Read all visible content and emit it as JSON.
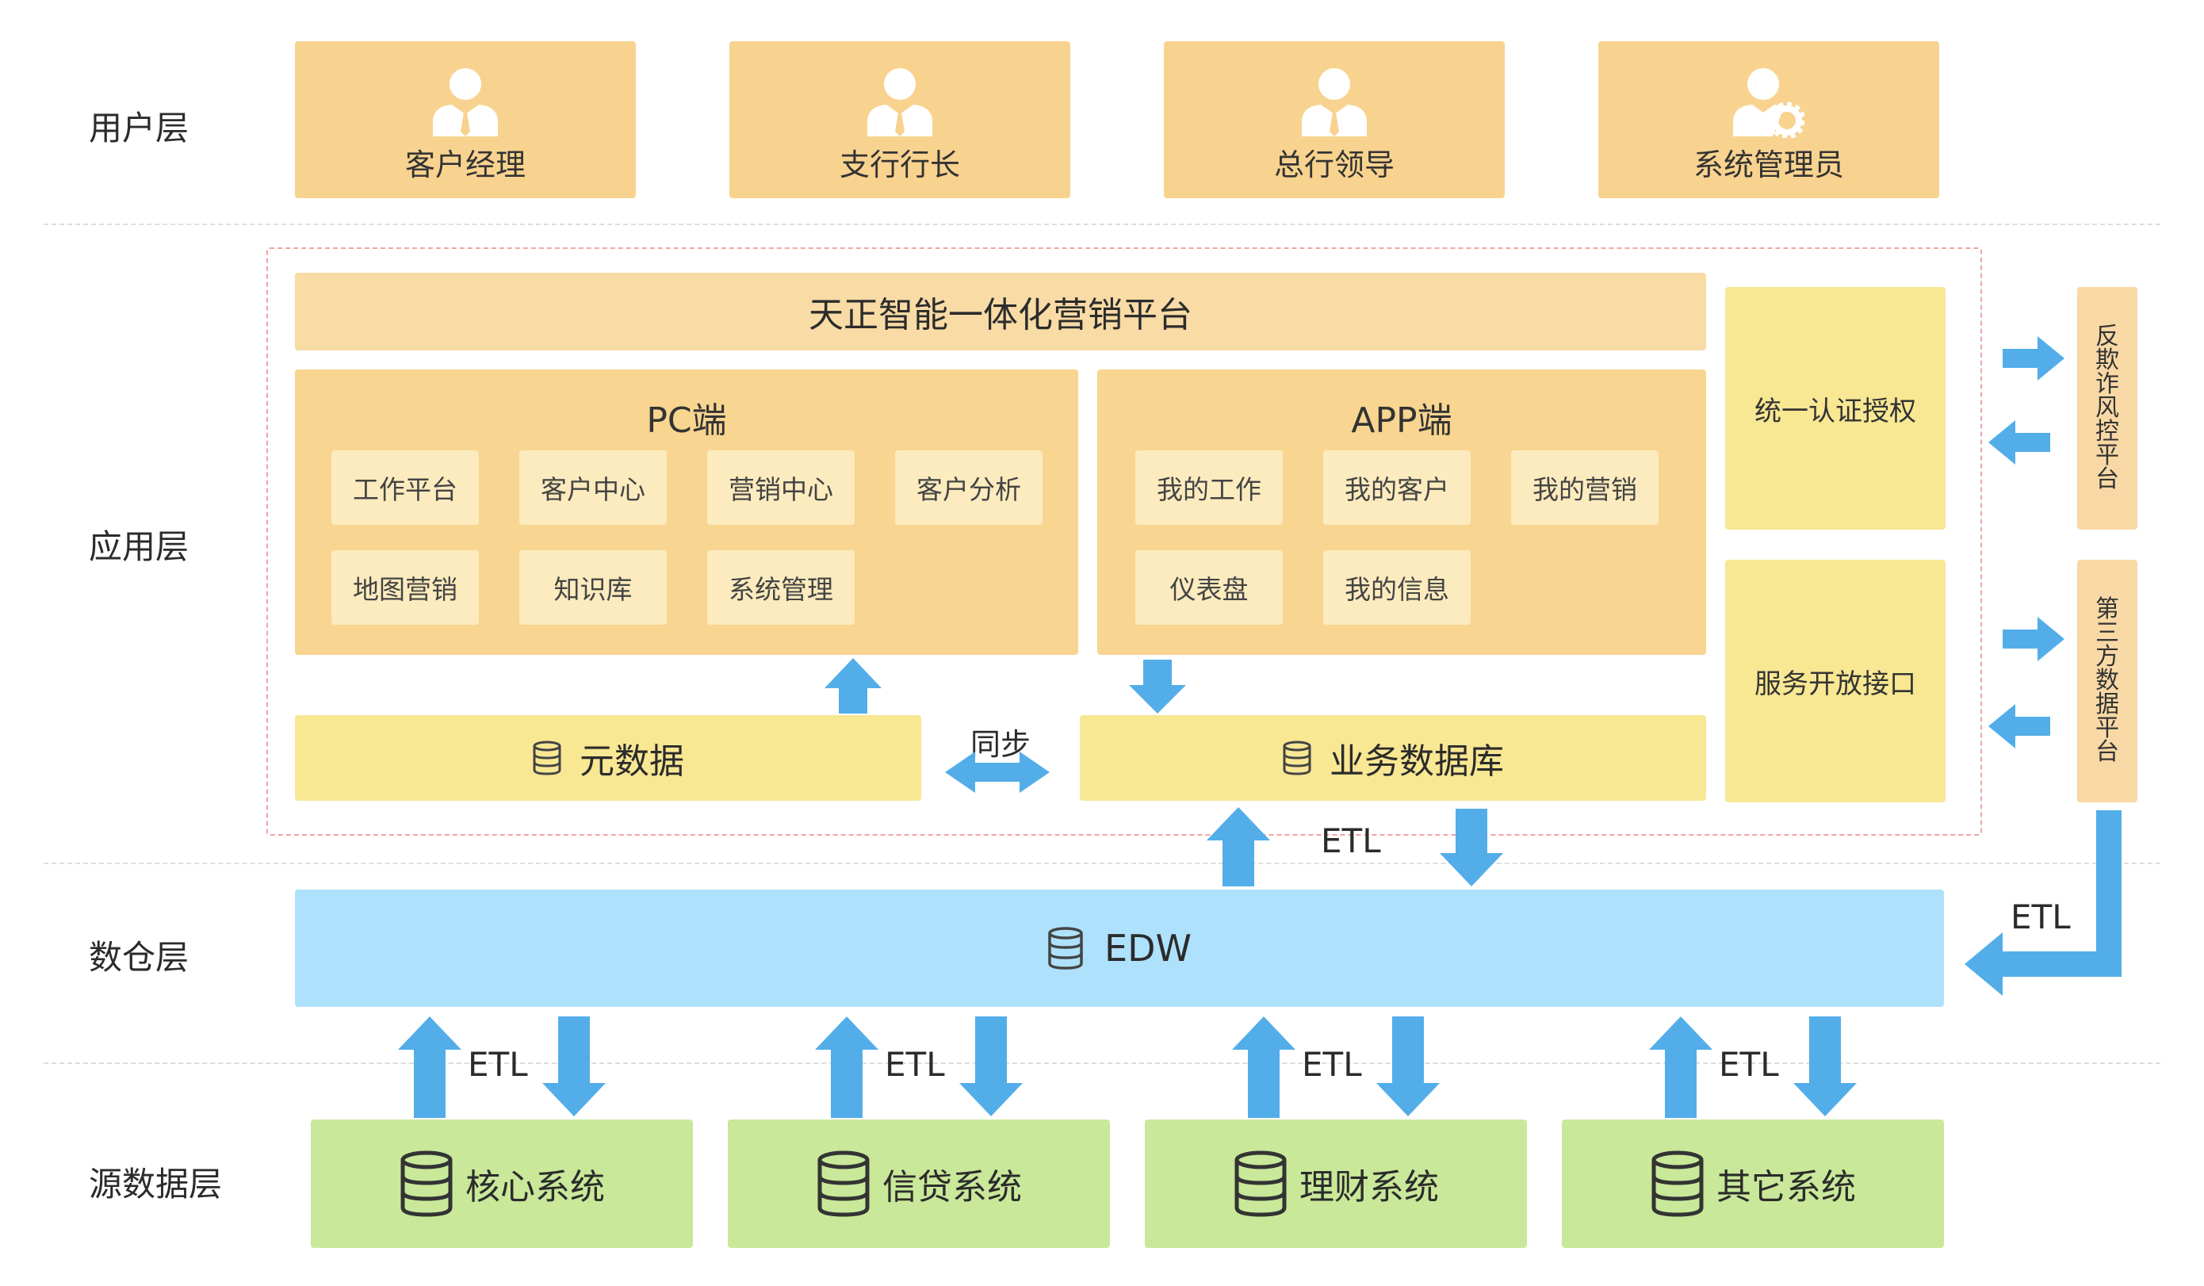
{
  "layers": {
    "user": "用户层",
    "app": "应用层",
    "warehouse": "数仓层",
    "source": "源数据层"
  },
  "users": [
    {
      "label": "客户经理",
      "icon": "user-tie-icon"
    },
    {
      "label": "支行行长",
      "icon": "user-tie-icon"
    },
    {
      "label": "总行领导",
      "icon": "user-tie-icon"
    },
    {
      "label": "系统管理员",
      "icon": "user-gear-icon"
    }
  ],
  "platform": {
    "title": "天正智能一体化营销平台"
  },
  "pc": {
    "title": "PC端",
    "modules": [
      "工作平台",
      "客户中心",
      "营销中心",
      "客户分析",
      "地图营销",
      "知识库",
      "系统管理"
    ]
  },
  "app": {
    "title": "APP端",
    "modules": [
      "我的工作",
      "我的客户",
      "我的营销",
      "仪表盘",
      "我的信息"
    ]
  },
  "side": {
    "auth": "统一认证授权",
    "api": "服务开放接口"
  },
  "external": {
    "antifraud": "反欺诈风控平台",
    "thirdparty": "第三方数据平台"
  },
  "stores": {
    "meta": "元数据",
    "sync": "同步",
    "business": "业务数据库",
    "edw": "EDW"
  },
  "etl": "ETL",
  "sources": [
    "核心系统",
    "信贷系统",
    "理财系统",
    "其它系统"
  ],
  "colors": {
    "user": "#f8d38f",
    "panel": "#f8d590",
    "module": "#fbebbe",
    "store": "#f8e793",
    "edw": "#aee1fb",
    "source": "#c9e89a",
    "arrow": "#53ade9"
  }
}
